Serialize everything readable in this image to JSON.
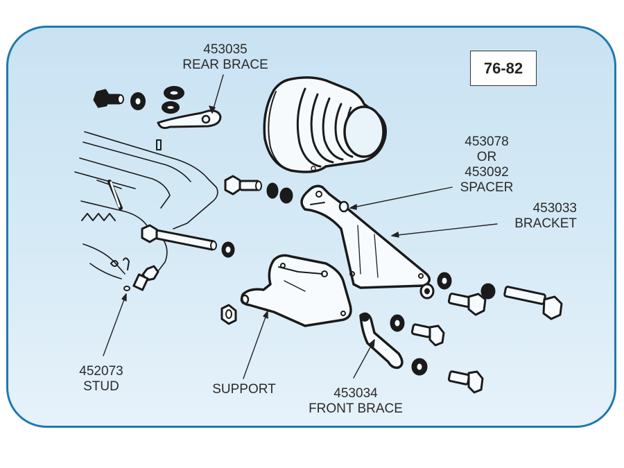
{
  "diagram": {
    "title_badge": "76-82",
    "colors": {
      "frame_border": "#1f78ad",
      "background_top": "#c9e2f2",
      "background_bottom": "#e6f2fa",
      "line_art": "#1a1a1a",
      "label_text": "#2a2a2a"
    },
    "callouts": [
      {
        "id": "rear-brace",
        "part_number": "453035",
        "name": "REAR BRACE"
      },
      {
        "id": "spacer",
        "part_number": "453078",
        "alt_connector": "OR",
        "alt_part_number": "453092",
        "name": "SPACER"
      },
      {
        "id": "bracket",
        "part_number": "453033",
        "name": "BRACKET"
      },
      {
        "id": "stud",
        "part_number": "452073",
        "name": "STUD"
      },
      {
        "id": "support",
        "name": "SUPPORT"
      },
      {
        "id": "front-brace",
        "part_number": "453034",
        "name": "FRONT BRACE"
      }
    ],
    "parts_depicted": [
      "pulley",
      "exhaust-manifold",
      "bracket",
      "support",
      "rear-brace",
      "front-brace",
      "stud",
      "spacer",
      "bolts",
      "nuts",
      "washers"
    ]
  }
}
